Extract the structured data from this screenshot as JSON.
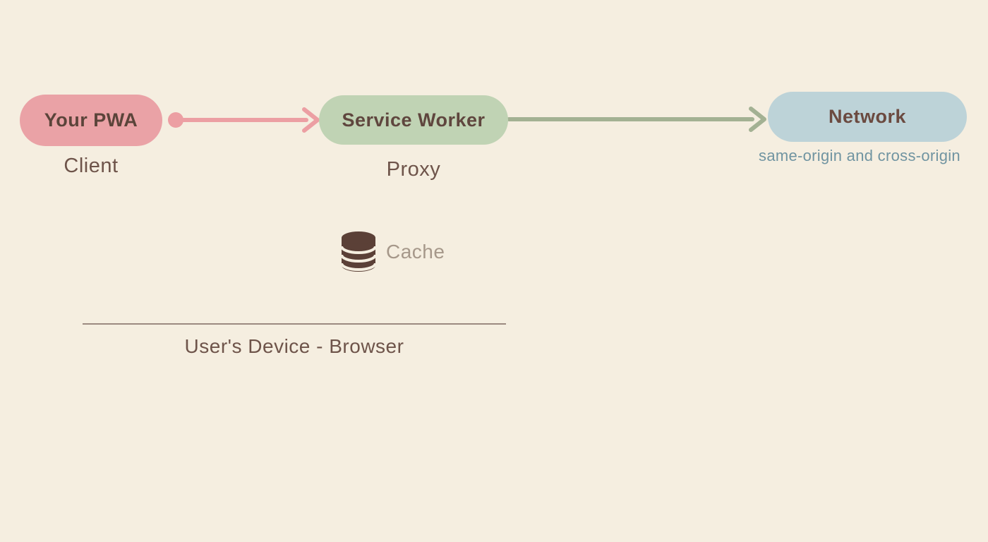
{
  "canvas": {
    "background": "#f5eee0"
  },
  "nodes": {
    "pwa": {
      "label": "Your PWA",
      "sublabel": "Client",
      "fill": "#eaa2a6",
      "text_color": "#5b443a"
    },
    "service_worker": {
      "label": "Service Worker",
      "sublabel": "Proxy",
      "fill": "#c0d3b4",
      "text_color": "#5f463e"
    },
    "network": {
      "label": "Network",
      "sublabel": "same-origin and cross-origin",
      "fill": "#bdd3d8",
      "text_color": "#6b4a40",
      "sublabel_color": "#7094a1"
    }
  },
  "cache": {
    "icon": "database-icon",
    "icon_color": "#5b4037",
    "label": "Cache",
    "label_color": "#a6988a"
  },
  "boundary": {
    "label": "User's Device - Browser",
    "line_color": "#9b8a80"
  },
  "arrows": {
    "pwa_to_service_worker": {
      "color": "#ec9fa3",
      "style": "dot-to-arrowhead"
    },
    "service_worker_to_network": {
      "color": "#a3b193",
      "style": "line-to-arrowhead"
    }
  }
}
